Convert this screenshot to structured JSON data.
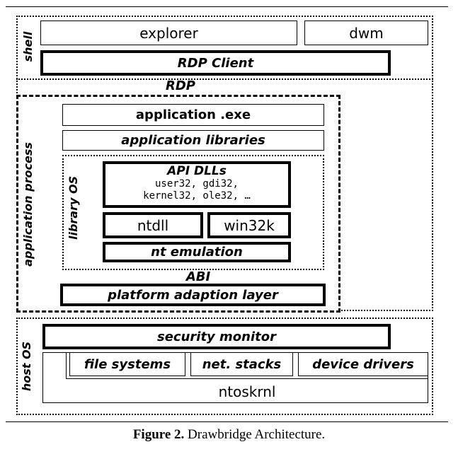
{
  "diagram": {
    "shell": {
      "label": "shell",
      "explorer": "explorer",
      "dwm": "dwm",
      "rdp_client": "RDP Client"
    },
    "rdp_label": "RDP",
    "application_process": {
      "label": "application process",
      "application_exe": "application .exe",
      "application_libraries": "application libraries",
      "library_os": {
        "label": "library OS",
        "api_dlls_title": "API DLLs",
        "api_dlls_line1": "user32, gdi32,",
        "api_dlls_line2": "kernel32, ole32, …",
        "ntdll": "ntdll",
        "win32k": "win32k",
        "nt_emulation": "nt emulation"
      },
      "abi_label": "ABI",
      "platform_adaption_layer": "platform adaption layer"
    },
    "host_os": {
      "label": "host OS",
      "security_monitor": "security monitor",
      "file_systems": "file systems",
      "net_stacks": "net. stacks",
      "device_drivers": "device drivers",
      "ntoskrnl": "ntoskrnl"
    }
  },
  "caption": {
    "figure_label": "Figure 2.",
    "text": " Drawbridge Architecture."
  }
}
